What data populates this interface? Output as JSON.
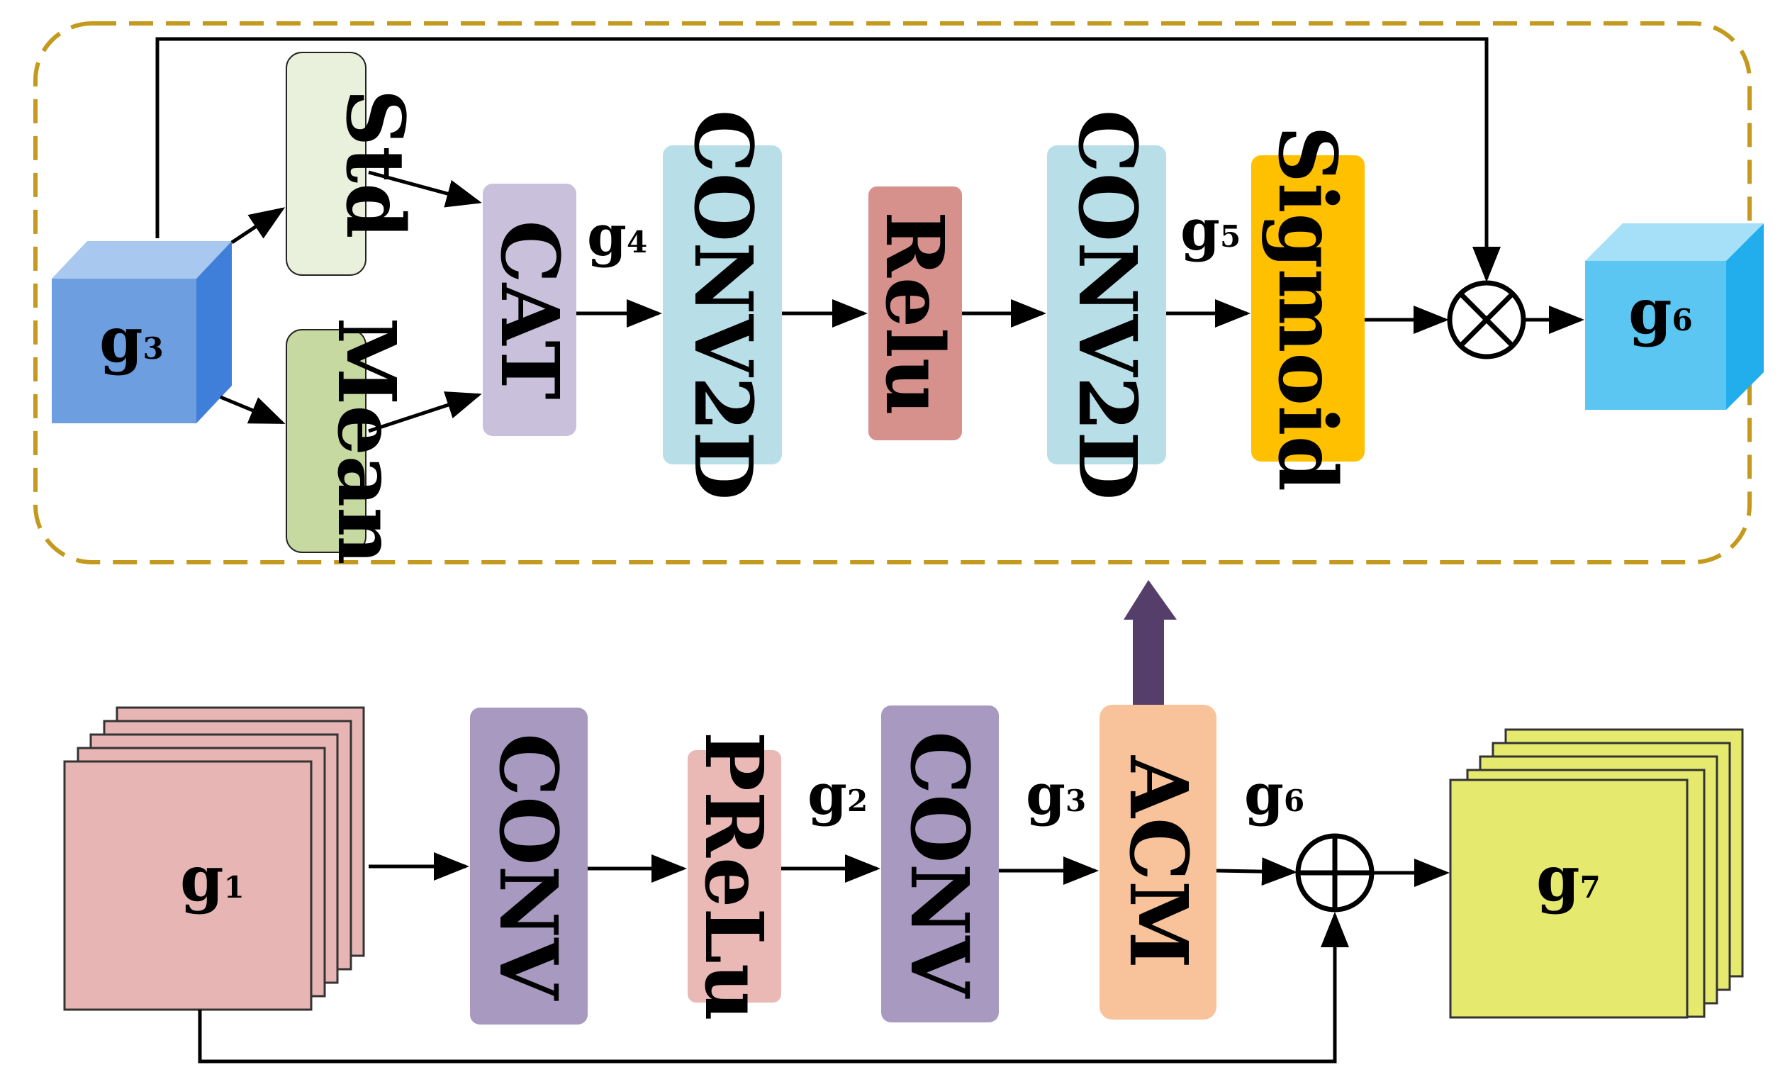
{
  "colors": {
    "dashed_border": "#C49A1E",
    "std": "#E9F0DC",
    "mean": "#C6D9A0",
    "cat": "#C9C0DB",
    "conv2d": "#B8DFE8",
    "relu": "#D6918C",
    "sigmoid": "#FFC000",
    "conv": "#A899C1",
    "prelu": "#EAB8B5",
    "acm": "#F8C39B",
    "g1": "#E7B6B4",
    "g7": "#E5EA6F",
    "g3_front": "#6D9EE0",
    "g3_top": "#A8C8F0",
    "g3_side": "#3F7FD9",
    "g6_front": "#5BC6F2",
    "g6_top": "#A6E0F8",
    "g6_side": "#22ADEC",
    "big_arrow": "#553F6A",
    "line": "#000000"
  },
  "attention_module": {
    "std_label": "Std",
    "mean_label": "Mean",
    "cat_label": "CAT",
    "conv2d_a_label": "CONV2D",
    "relu_label": "Relu",
    "conv2d_b_label": "CONV2D",
    "sigmoid_label": "Sigmoid",
    "g3": {
      "base": "g",
      "sub": "3"
    },
    "g4": {
      "base": "g",
      "sub": "4"
    },
    "g5": {
      "base": "g",
      "sub": "5"
    },
    "g6": {
      "base": "g",
      "sub": "6"
    }
  },
  "main_pipeline": {
    "g1": {
      "base": "g",
      "sub": "1"
    },
    "conv_a_label": "CONV",
    "prelu_label": "PReLu",
    "g2": {
      "base": "g",
      "sub": "2"
    },
    "conv_b_label": "CONV",
    "g3": {
      "base": "g",
      "sub": "3"
    },
    "acm_label": "ACM",
    "g6": {
      "base": "g",
      "sub": "6"
    },
    "g7": {
      "base": "g",
      "sub": "7"
    }
  }
}
